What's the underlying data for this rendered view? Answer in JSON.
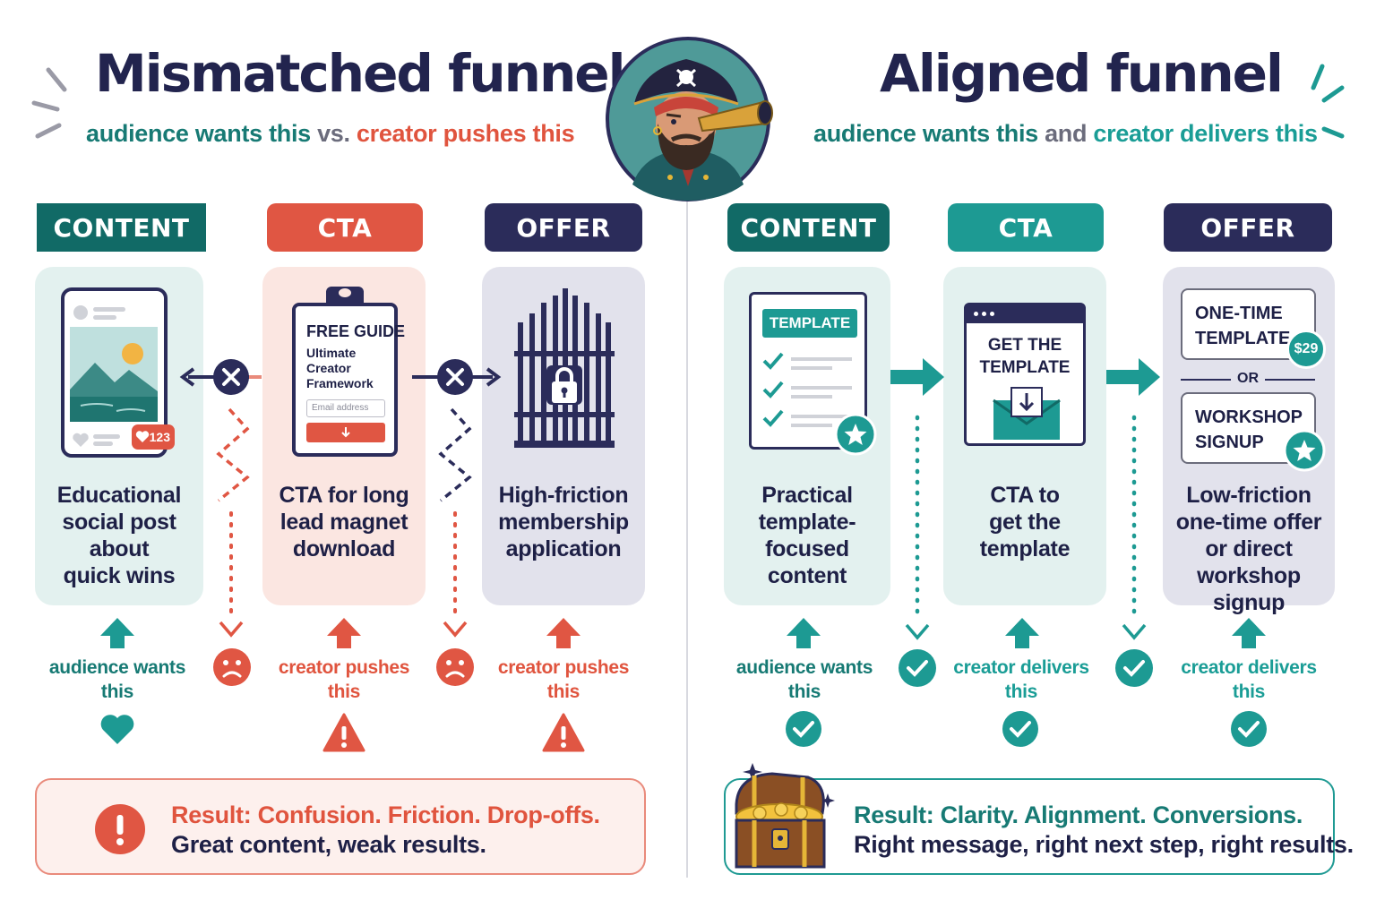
{
  "left": {
    "title": "Mismatched funnel",
    "subtitle": {
      "part1": "audience wants this",
      "part2": "vs.",
      "part3": "creator pushes this"
    },
    "headers": [
      "CONTENT",
      "CTA",
      "OFFER"
    ],
    "cards": [
      {
        "text": [
          "Educational",
          "social post",
          "about",
          "quick wins"
        ],
        "badge": "123"
      },
      {
        "text": [
          "CTA for long",
          "lead magnet",
          "download"
        ],
        "doc_title": "FREE GUIDE",
        "doc_lines": [
          "Ultimate",
          "Creator",
          "Framework"
        ],
        "input_placeholder": "Email address"
      },
      {
        "text": [
          "High-friction",
          "membership",
          "application"
        ]
      }
    ],
    "labels": [
      [
        "audience wants",
        "this"
      ],
      [
        "creator pushes",
        "this"
      ],
      [
        "creator pushes",
        "this"
      ]
    ],
    "result": {
      "line1": "Result: Confusion. Friction. Drop-offs.",
      "line2": "Great content, weak results."
    }
  },
  "right": {
    "title": "Aligned funnel",
    "subtitle": {
      "part1": "audience wants this",
      "part2": "and",
      "part3": "creator delivers this"
    },
    "headers": [
      "CONTENT",
      "CTA",
      "OFFER"
    ],
    "cards": [
      {
        "text": [
          "Practical",
          "template-",
          "focused",
          "content"
        ],
        "doc_title": "TEMPLATE"
      },
      {
        "text": [
          "CTA to",
          "get the",
          "template"
        ],
        "window_title": [
          "GET THE",
          "TEMPLATE"
        ]
      },
      {
        "text": [
          "Low-friction",
          "one-time offer",
          "or direct",
          "workshop signup"
        ],
        "option1": [
          "ONE-TIME",
          "TEMPLATE"
        ],
        "price": "$29",
        "or": "OR",
        "option2": [
          "WORKSHOP",
          "SIGNUP"
        ]
      }
    ],
    "labels": [
      [
        "audience wants",
        "this"
      ],
      [
        "creator delivers",
        "this"
      ],
      [
        "creator delivers",
        "this"
      ]
    ],
    "result": {
      "line1": "Result: Clarity. Alignment. Conversions.",
      "line2": "Right message, right next step, right results."
    }
  },
  "colors": {
    "navy": "#2b2c5a",
    "teal": "#1d9a93",
    "dark_teal": "#116a66",
    "red": "#e05643"
  },
  "icons": [
    "pirate-mascot",
    "heart-icon",
    "warning-icon",
    "sad-face-icon",
    "check-icon",
    "x-icon",
    "lock-icon",
    "gate-icon",
    "treasure-chest-icon",
    "star-icon",
    "envelope-icon"
  ]
}
